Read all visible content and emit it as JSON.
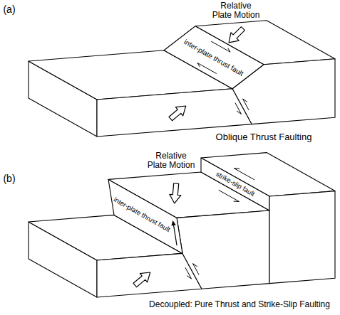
{
  "diagram": {
    "labels": [
      "(a)",
      "Relative Plate Motion",
      "inter-plate thrust fault",
      "Oblique Thrust Faulting",
      "(b)",
      "Relative Plate Motion",
      "inter-plate thrust fault",
      "strike-slip fault",
      "Decoupled: Pure Thrust and Strike-Slip Faulting"
    ]
  }
}
